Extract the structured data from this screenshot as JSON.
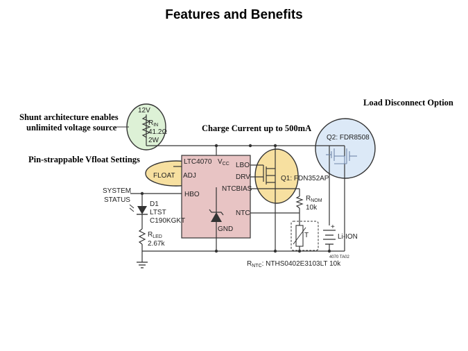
{
  "slide": {
    "title": "Features and Benefits"
  },
  "callouts": {
    "shunt_line1": "Shunt architecture enables",
    "shunt_line2": "unlimited voltage source",
    "pin_strap": "Pin-strappable Vfloat Settings",
    "charge_current": "Charge Current up to 500mA",
    "load_disconnect": "Load Disconnect Option"
  },
  "schematic": {
    "supply_v": "12V",
    "rin_r": "R",
    "rin_sub": "IN",
    "rin_val": "41.2Ω",
    "rin_w": "2W",
    "ic_name": "LTC4070",
    "vcc_v": "V",
    "vcc_sub": "CC",
    "pin_lbo": "LBO",
    "pin_drv": "DRV",
    "pin_ntcbias": "NTCBIAS",
    "pin_ntc": "NTC",
    "pin_gnd": "GND",
    "pin_float": "FLOAT",
    "pin_adj": "ADJ",
    "pin_hbo": "HBO",
    "sys_status_1": "SYSTEM",
    "sys_status_2": "STATUS",
    "d1": "D1",
    "d1_part1": "LTST",
    "d1_part2": "C190KGKT",
    "rled_r": "R",
    "rled_sub": "LED",
    "rled_val": "2.67k",
    "q1": "Q1: FDN352AP",
    "q2": "Q2: FDR8508",
    "rnom_r": "R",
    "rnom_sub": "NOM",
    "rnom_val": "10k",
    "t_label": "T",
    "battery": "Li-ION",
    "battery_plus": "+",
    "rntc_r": "R",
    "rntc_sub": "NTC",
    "rntc_val": ": NTHS0402E3103LT 10k",
    "fig_tag": "4070 TA02"
  },
  "colors": {
    "ic_fill": "#e8c4c4",
    "green_highlight": "#ddf1d6",
    "yellow_highlight": "#f7e0a0",
    "blue_highlight": "#dce9f7",
    "blue_text": "#6f86a8",
    "wire": "#333333"
  }
}
